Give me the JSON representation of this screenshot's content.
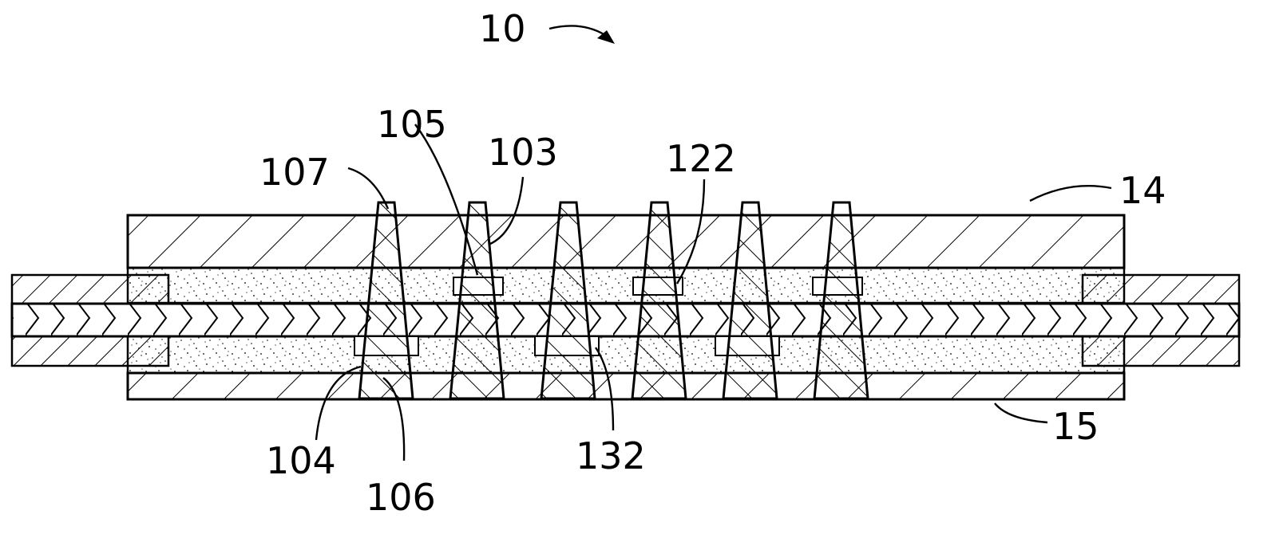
{
  "figure": {
    "assembly_label": "10",
    "labels": {
      "l107": "107",
      "l105": "105",
      "l103": "103",
      "l122": "122",
      "l14": "14",
      "l104": "104",
      "l106": "106",
      "l132": "132",
      "l15": "15"
    }
  }
}
